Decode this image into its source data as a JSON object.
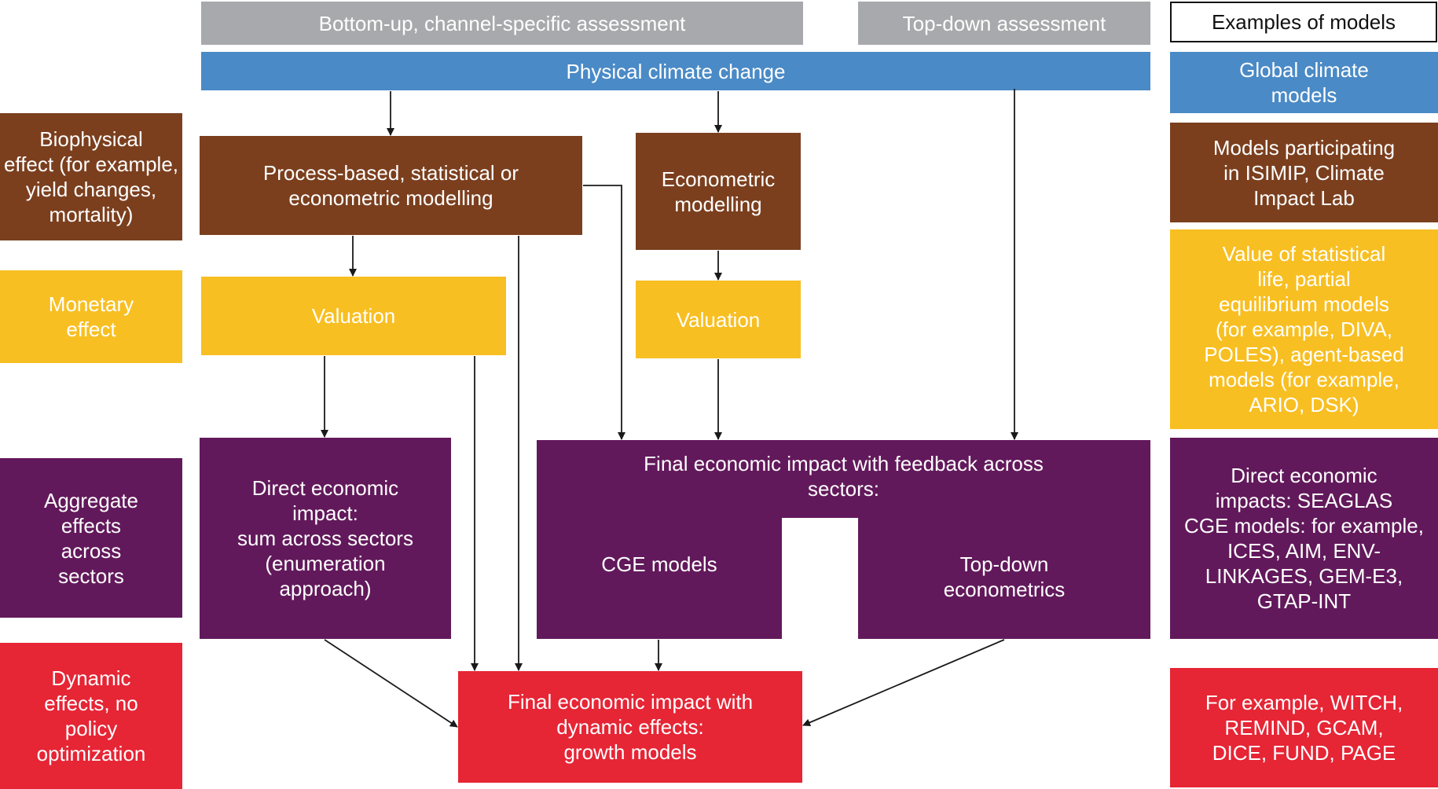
{
  "headers": {
    "bottom_up": "Bottom-up, channel-specific assessment",
    "top_down": "Top-down assessment",
    "examples": "Examples of models"
  },
  "physical_climate_change": "Physical climate change",
  "row_labels": {
    "biophysical": "Biophysical\neffect (for example,\nyield changes,\nmortality)",
    "monetary": "Monetary\neffect",
    "aggregate": "Aggregate\neffects\nacross\nsectors",
    "dynamic": "Dynamic\neffects, no\npolicy\noptimization"
  },
  "flow": {
    "process_based": "Process-based, statistical or\neconometric modelling",
    "econometric": "Econometric\nmodelling",
    "valuation_left": "Valuation",
    "valuation_right": "Valuation",
    "direct_impact": "Direct economic\nimpact:\nsum across sectors\n(enumeration\napproach)",
    "final_feedback_title": "Final economic impact with feedback across\nsectors:",
    "cge_models": "CGE models",
    "top_down_econometrics": "Top-down\neconometrics",
    "final_dynamic": "Final economic impact with\ndynamic effects:\ngrowth models"
  },
  "examples": {
    "global_climate": "Global climate\nmodels",
    "isimip": "Models participating\nin ISIMIP, Climate\nImpact Lab",
    "valuation_models": "Value of statistical\nlife, partial\nequilibrium models\n(for example, DIVA,\nPOLES), agent-based\nmodels (for example,\nARIO, DSK)",
    "aggregate_models": "Direct economic\nimpacts: SEAGLAS\nCGE models: for example,\nICES, AIM, ENV-\nLINKAGES, GEM-E3,\nGTAP-INT",
    "growth_models": "For example, WITCH,\nREMIND, GCAM,\nDICE, FUND, PAGE"
  },
  "colors": {
    "gray": "#a7a9ac",
    "blue": "#4a8ac6",
    "brown": "#7b3f1e",
    "yellow": "#f8bf22",
    "purple": "#62195b",
    "red": "#e62535"
  }
}
